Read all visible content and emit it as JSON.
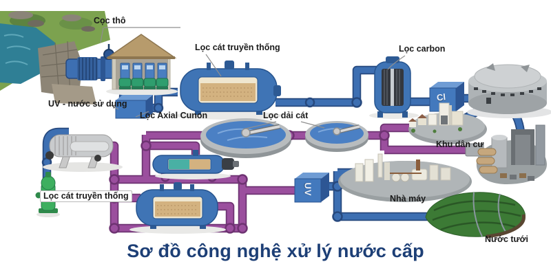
{
  "title": "Sơ đồ công nghệ xử lý nước cấp",
  "labels": {
    "coc_tho": "Cọc thô",
    "loc_cat_truyen_thong_top": "Lọc cát truyền thống",
    "loc_carbon": "Lọc carbon",
    "uv_nuoc_su_dung": "UV - nước sử dụng",
    "loc_axial_cunon": "Lọc Axial Cunon",
    "loc_dai_cat": "Lọc dải cát",
    "khu_dan_cu": "Khu dân cư",
    "loc_cat_truyen_thong_bottom": "Lọc cát truyền thống",
    "nha_may": "Nhà máy",
    "nuoc_tuoi": "Nước tưới"
  },
  "equipment_marks": {
    "chlorine_box": "Cl",
    "uv_box": "UV"
  },
  "colors": {
    "pipe_blue": "#3d6fb2",
    "pipe_blue_dark": "#27497e",
    "pipe_purple": "#9b4f9e",
    "pipe_purple_dark": "#6e3372",
    "tank_blue": "#3f74b5",
    "tank_blue_dark": "#27548e",
    "sand": "#d3b280",
    "title_color": "#1d3f76",
    "label_color": "#1a1a1a",
    "leader_color": "#8f8f8f"
  }
}
